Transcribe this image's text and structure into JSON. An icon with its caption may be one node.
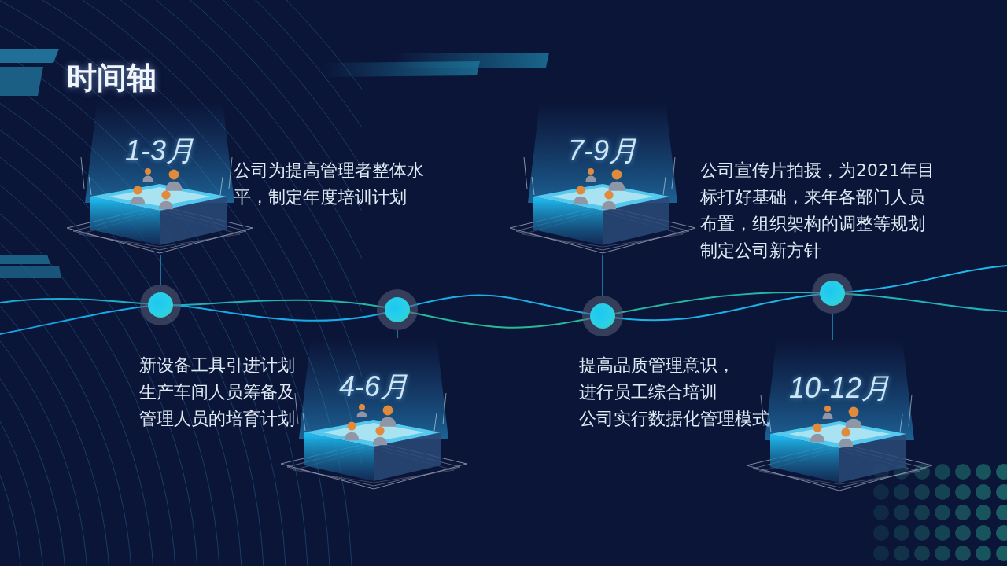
{
  "diagram": {
    "title": "时间轴",
    "nodes": [
      {
        "text": [
          "1-3月"
        ],
        "beside": [
          "公司为提高管理者整体水平，制定年度培训计划"
        ]
      },
      {
        "text": [
          "4-6月"
        ],
        "beside": [
          "新设备工具引进计划",
          "生产车间人员筹备及",
          "管理人员的培育计划"
        ]
      },
      {
        "text": [
          "7-9月"
        ],
        "beside": [
          "公司宣传片拍摄，为2021年目标打好基础，来年各部门人员布置，组织架构的调整等规划制定公司新方针"
        ]
      },
      {
        "text": [
          "10-12月"
        ],
        "beside": [
          "提高品质管理意识，",
          "进行员工综合培训",
          "公司实行数据化管理模式"
        ]
      },
      {
        "text": [],
        "shape": "circle"
      },
      {
        "text": [],
        "shape": "circle"
      },
      {
        "text": [],
        "shape": "circle"
      },
      {
        "text": [],
        "shape": "circle"
      }
    ],
    "edges": [
      {
        "from": 0,
        "to": 4,
        "arrow": "none"
      },
      {
        "from": 1,
        "to": 5,
        "arrow": "none"
      },
      {
        "from": 2,
        "to": 6,
        "arrow": "none"
      },
      {
        "from": 3,
        "to": 7,
        "arrow": "none"
      }
    ]
  }
}
